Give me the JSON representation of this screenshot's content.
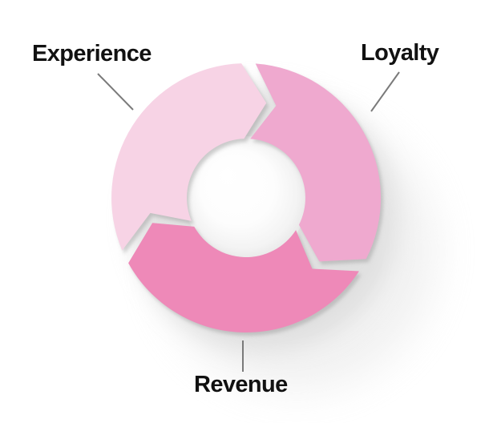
{
  "diagram": {
    "type": "cycle",
    "direction": "clockwise",
    "background": "#FFFFFF",
    "label_color": "#111111",
    "leader_line_color": "#7A7A7A",
    "segments": [
      {
        "label": "Experience",
        "color": "#F7D3E5"
      },
      {
        "label": "Loyalty",
        "color": "#EFA9CF"
      },
      {
        "label": "Revenue",
        "color": "#EE89B8"
      }
    ]
  }
}
